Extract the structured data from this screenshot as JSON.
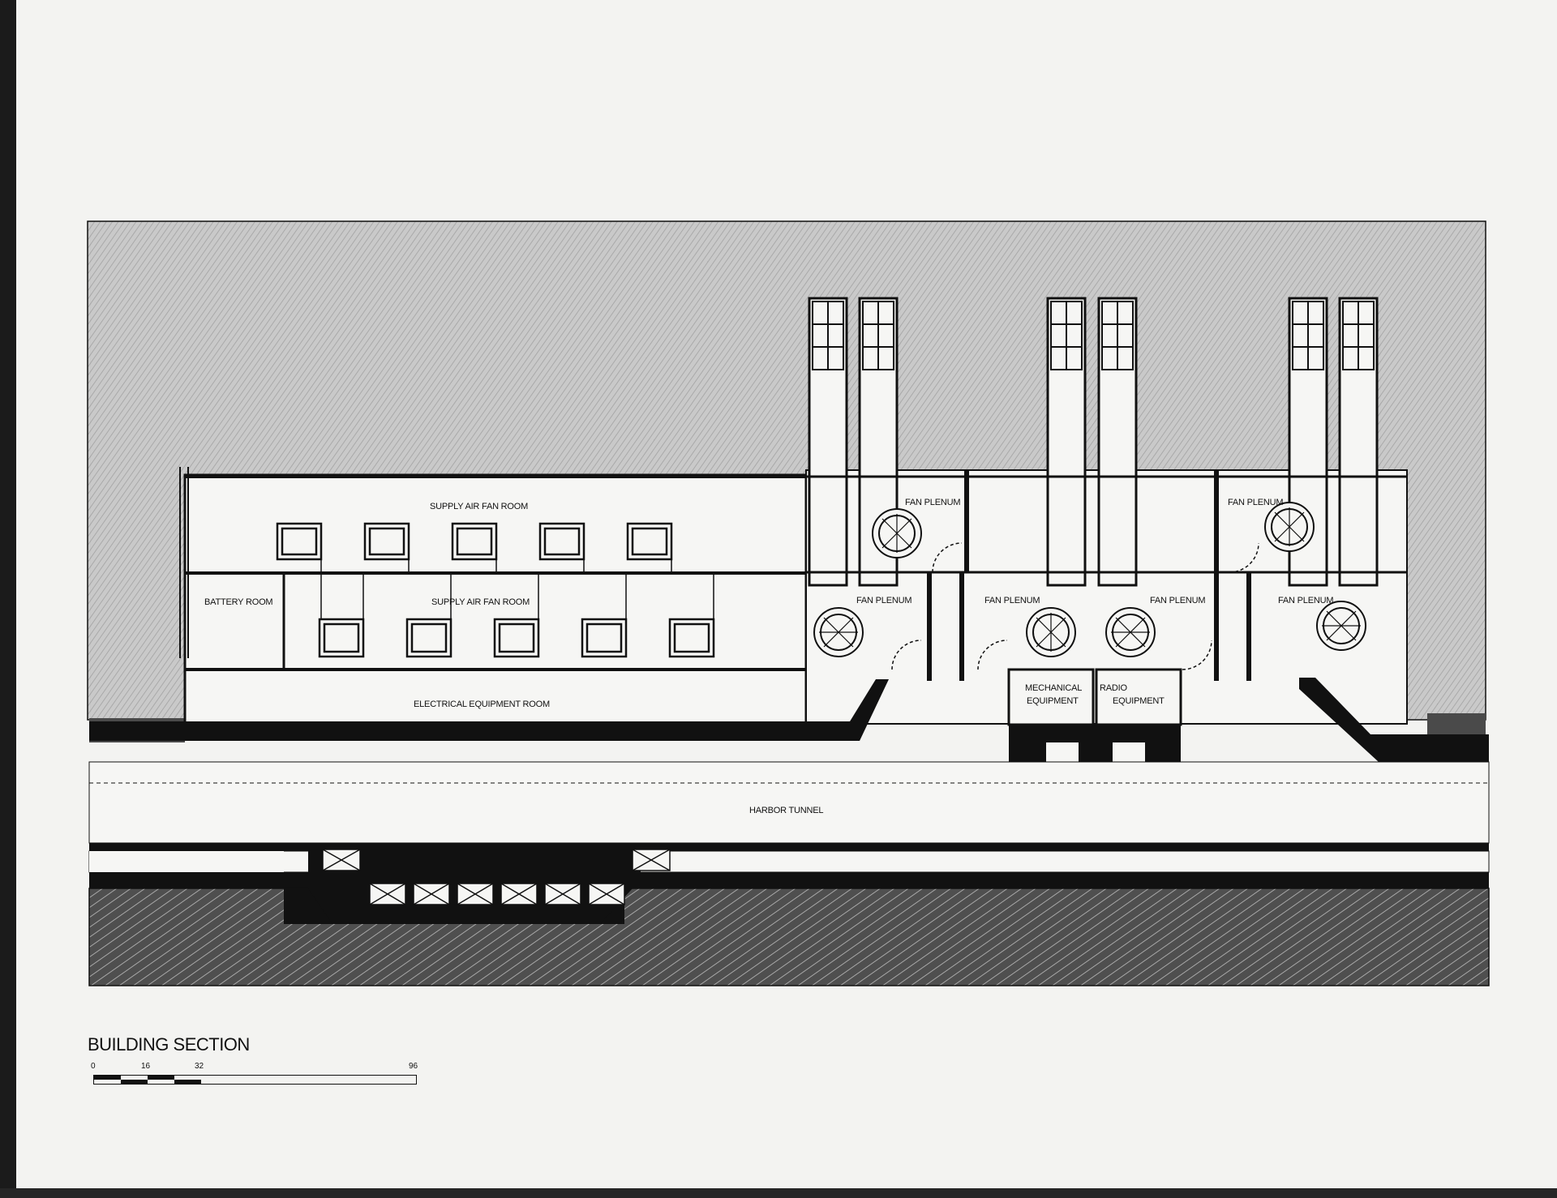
{
  "rooms": {
    "supply_air_fan_room_upper": "SUPPLY AIR FAN ROOM",
    "supply_air_fan_room_lower": "SUPPLY AIR FAN ROOM",
    "battery_room": "BATTERY ROOM",
    "electrical_equipment_room": "ELECTRICAL EQUIPMENT ROOM",
    "fan_plenum_upper_1": "FAN PLENUM",
    "fan_plenum_upper_2": "FAN PLENUM",
    "fan_plenum_lower_1": "FAN PLENUM",
    "fan_plenum_lower_2": "FAN PLENUM",
    "fan_plenum_lower_3": "FAN PLENUM",
    "fan_plenum_lower_4": "FAN PLENUM",
    "mechanical_equipment_1": "MECHANICAL",
    "mechanical_equipment_2": "EQUIPMENT",
    "radio_equipment_1": "RADIO",
    "radio_equipment_2": "EQUIPMENT",
    "harbor_tunnel": "HARBOR TUNNEL"
  },
  "title": "BUILDING SECTION",
  "scale": {
    "ticks": [
      "0",
      "16",
      "32",
      "96"
    ]
  },
  "colors": {
    "ink": "#111111",
    "paper": "#f3f3f1",
    "sky": "#bdbdbd",
    "earth": "#6e6e6e"
  }
}
